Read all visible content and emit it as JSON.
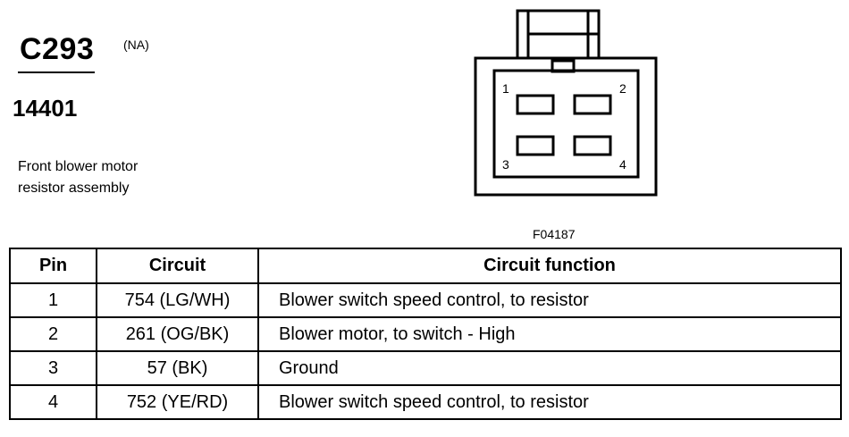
{
  "connector": {
    "id": "C293",
    "note": "(NA)",
    "part_number": "14401",
    "description_lines": [
      "Front blower motor",
      "resistor assembly"
    ]
  },
  "diagram": {
    "figure_id": "F04187",
    "pin_labels": [
      "1",
      "2",
      "3",
      "4"
    ]
  },
  "table": {
    "headers": [
      "Pin",
      "Circuit",
      "Circuit function"
    ],
    "rows": [
      {
        "pin": "1",
        "circuit": "754 (LG/WH)",
        "function": "Blower switch speed control, to resistor"
      },
      {
        "pin": "2",
        "circuit": "261 (OG/BK)",
        "function": "Blower motor, to switch - High"
      },
      {
        "pin": "3",
        "circuit": "57 (BK)",
        "function": "Ground"
      },
      {
        "pin": "4",
        "circuit": "752 (YE/RD)",
        "function": "Blower switch speed control, to resistor"
      }
    ]
  }
}
